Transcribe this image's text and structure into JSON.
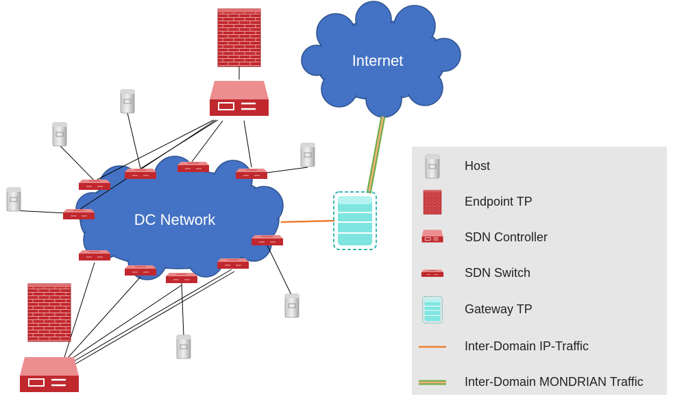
{
  "diagram": {
    "internet_label": "Internet",
    "dc_label": "DC Network"
  },
  "legend": {
    "items": [
      {
        "icon": "host-icon",
        "label": "Host"
      },
      {
        "icon": "endpoint-tp-icon",
        "label": "Endpoint TP"
      },
      {
        "icon": "sdn-controller-icon",
        "label": "SDN Controller"
      },
      {
        "icon": "sdn-switch-icon",
        "label": "SDN Switch"
      },
      {
        "icon": "gateway-tp-icon",
        "label": "Gateway TP"
      },
      {
        "icon": "ip-traffic-line-icon",
        "label": "Inter-Domain IP-Traffic"
      },
      {
        "icon": "mondrian-traffic-line-icon",
        "label": "Inter-Domain MONDRIAN Traffic"
      }
    ]
  },
  "colors": {
    "cloud": "#4472c4",
    "brick": "#c0282e",
    "switch": "#d13438",
    "gateway": "#7fe5e0",
    "ip_traffic": "#ed7d31",
    "mondrian_outer": "#70ad47",
    "mondrian_inner": "#f4b183"
  }
}
